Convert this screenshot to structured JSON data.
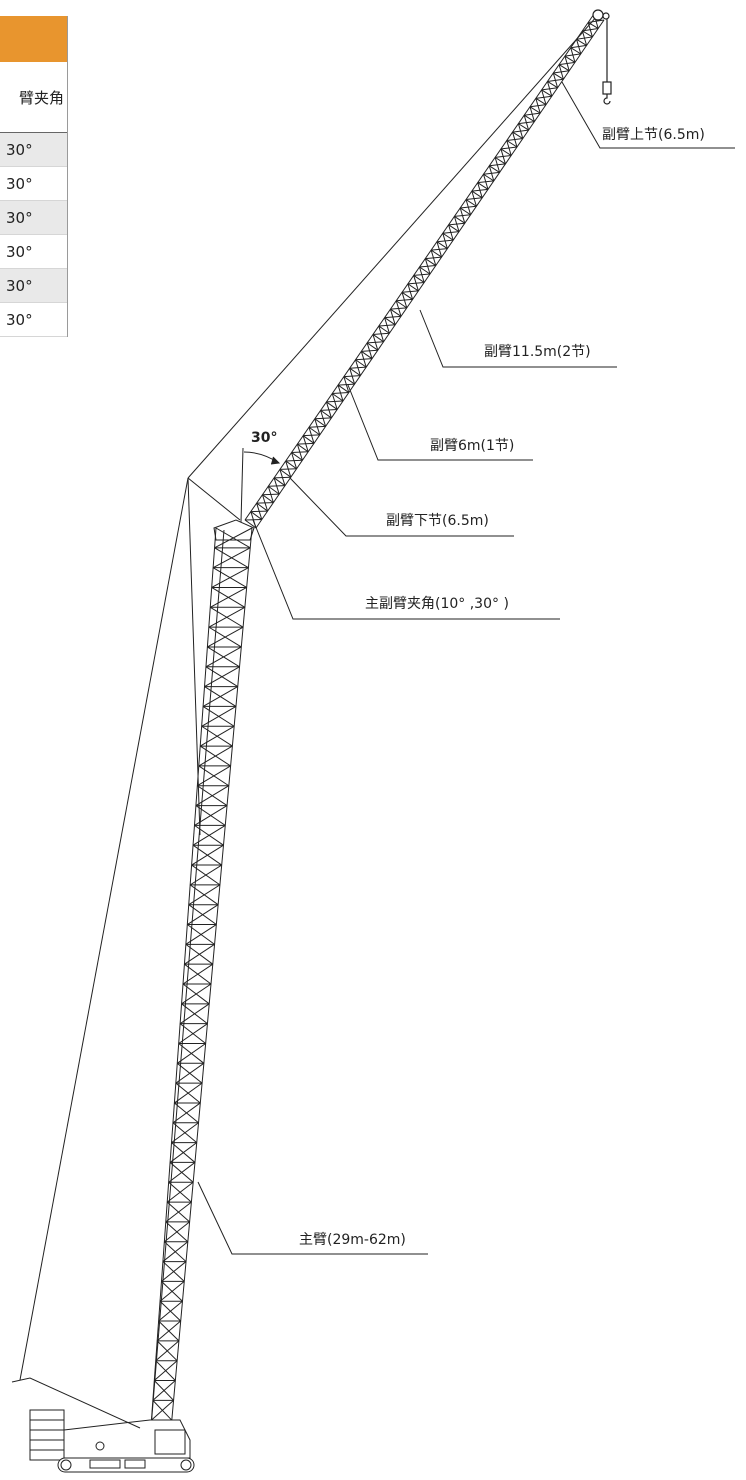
{
  "table": {
    "header": "臂夹角",
    "rows": [
      "30°",
      "30°",
      "30°",
      "30°",
      "30°",
      "30°"
    ]
  },
  "diagram": {
    "angle_label": "30°",
    "callouts": {
      "jib_upper": "副臂上节(6.5m)",
      "jib_mid_2": "副臂11.5m(2节)",
      "jib_mid_1": "副臂6m(1节)",
      "jib_lower": "副臂下节(6.5m)",
      "jib_angle": "主副臂夹角(10°  ,30°  )",
      "main_boom": "主臂(29m-62m)"
    }
  },
  "colors": {
    "accent": "#e8952e",
    "line": "#222222",
    "row_alt": "#e9e9e9"
  }
}
